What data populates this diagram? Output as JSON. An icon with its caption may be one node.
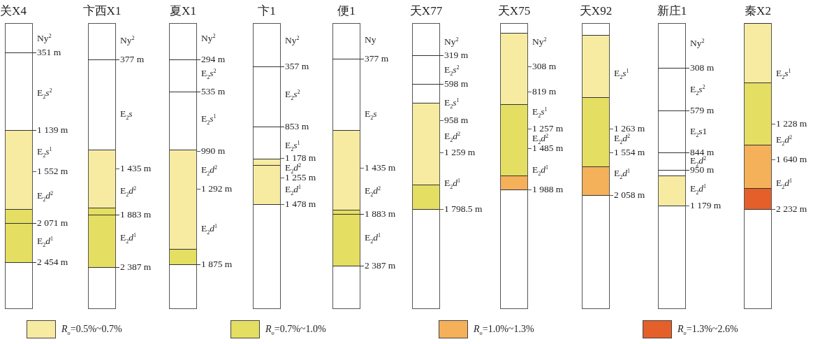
{
  "diagram": {
    "nodes": [
      {
        "text": [
          "关X4"
        ],
        "beside": [
          "Ny$^{2}$",
          "351 m",
          "E$_{2}$*s*$^{2}$",
          "1 139 m",
          "E$_{2}$*s*$^{1}$",
          "1 552 m",
          "E$_{2}$*d*$^{2}$",
          "2 071 m",
          "E$_{2}$*d*$^{1}$",
          "2 454 m"
        ]
      },
      {
        "text": [
          "卞西X1"
        ],
        "beside": [
          "Ny$^{2}$",
          "377 m",
          "E$_{2}$*s*",
          "1 435 m",
          "E$_{2}$*d*$^{2}$",
          "1 883 m",
          "E$_{2}$*d*$^{1}$",
          "2 387 m"
        ]
      },
      {
        "text": [
          "夏X1"
        ],
        "beside": [
          "Ny$^{2}$",
          "294 m",
          "E$_{2}$*s*$^{2}$",
          "535 m",
          "E$_{2}$*s*$^{1}$",
          "990 m",
          "E$_{2}$*d*$^{2}$",
          "1 292 m",
          "E$_{2}$*d*$^{1}$",
          "1 875 m"
        ]
      },
      {
        "text": [
          "卞1"
        ],
        "beside": [
          "Ny$^{2}$",
          "357 m",
          "E$_{2}$*s*$^{2}$",
          "853 m",
          "E$_{2}$*s*$^{1}$",
          "1 178 m",
          "E$_{2}$*d*$^{2}$",
          "1 255 m",
          "E$_{2}$*d*$^{1}$",
          "1 478 m"
        ]
      },
      {
        "text": [
          "便1"
        ],
        "beside": [
          "Ny",
          "377 m",
          "E$_{2}$*s*",
          "1 435 m",
          "E$_{2}$*d*$^{2}$",
          "1 883 m",
          "E$_{2}$*d*$^{1}$",
          "2 387 m"
        ]
      },
      {
        "text": [
          "天X77"
        ],
        "beside": [
          "Ny$^{2}$",
          "319 m",
          "E$_{2}$*s*$^{2}$",
          "598 m",
          "E$_{2}$*s*$^{1}$",
          "958 m",
          "E$_{2}$*d*$^{2}$",
          "1 259 m",
          "E$_{2}$*d*$^{1}$",
          "1 798.5 m"
        ]
      },
      {
        "text": [
          "天X75"
        ],
        "beside": [
          "Ny$^{2}$",
          "308 m",
          "819 m",
          "E$_{2}$*s*$^{1}$",
          "1 257 m",
          "E$_{2}$*d*$^{2}$",
          "1 485 m",
          "E$_{2}$*d*$^{1}$",
          "1 988 m"
        ]
      },
      {
        "text": [
          "天X92"
        ],
        "beside": [
          "E$_{2}$*s*$^{1}$",
          "1 263 m",
          "E$_{2}$*d*$^{2}$",
          "1 554 m",
          "E$_{2}$*d*$^{1}$",
          "2 058 m"
        ]
      },
      {
        "text": [
          "新庄1"
        ],
        "beside": [
          "Ny$^{2}$",
          "308 m",
          "E$_{2}$*s*$^{2}$",
          "579 m",
          "E$_{2}$s1",
          "844 m",
          "E$_{2}$*d*$^{2}$",
          "950 m",
          "E$_{2}$*d*$^{1}$",
          "1 179 m"
        ]
      },
      {
        "text": [
          "秦X2"
        ],
        "beside": [
          "E$_{2}$*s*$^{1}$",
          "1 228 m",
          "E$_{2}$*d*$^{2}$",
          "1 640 m",
          "E$_{2}$*d*$^{1}$",
          "2 232 m"
        ]
      },
      {
        "text": [],
        "shape": "bar",
        "in": 0
      },
      {
        "text": [],
        "shape": "bar",
        "in": 0
      },
      {
        "text": [],
        "shape": "bar",
        "in": 1
      },
      {
        "text": [],
        "shape": "bar",
        "in": 1
      },
      {
        "text": [],
        "shape": "bar",
        "in": 2
      },
      {
        "text": [],
        "shape": "bar",
        "in": 2
      },
      {
        "text": [],
        "shape": "bar",
        "in": 3
      },
      {
        "text": [],
        "shape": "bar",
        "in": 3
      },
      {
        "text": [],
        "shape": "bar",
        "in": 4
      },
      {
        "text": [],
        "shape": "bar",
        "in": 4
      },
      {
        "text": [],
        "shape": "bar",
        "in": 5
      },
      {
        "text": [],
        "shape": "bar",
        "in": 5
      },
      {
        "text": [],
        "shape": "bar",
        "in": 6
      },
      {
        "text": [],
        "shape": "bar",
        "in": 6
      },
      {
        "text": [],
        "shape": "bar",
        "in": 6
      },
      {
        "text": [],
        "shape": "bar",
        "in": 7
      },
      {
        "text": [],
        "shape": "bar",
        "in": 7
      },
      {
        "text": [],
        "shape": "bar",
        "in": 7
      },
      {
        "text": [],
        "shape": "bar",
        "in": 8
      },
      {
        "text": [],
        "shape": "bar",
        "in": 9
      },
      {
        "text": [],
        "shape": "bar",
        "in": 9
      },
      {
        "text": [],
        "shape": "bar",
        "in": 9
      },
      {
        "text": [],
        "shape": "bar",
        "in": 9
      }
    ],
    "legend": [
      {
        "text": "*R*$_{o}$=0.5%~0.7%",
        "color": "#f7eba2"
      },
      {
        "text": "*R*$_{o}$=0.7%~1.0%",
        "color": "#e4de62"
      },
      {
        "text": "*R*$_{o}$=1.0%~1.3%",
        "color": "#f5b05a"
      },
      {
        "text": "*R*$_{o}$=1.3%~2.6%",
        "color": "#e55f2b"
      }
    ]
  }
}
